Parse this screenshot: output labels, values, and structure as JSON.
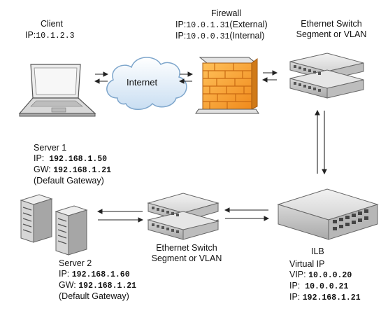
{
  "client": {
    "title": "Client",
    "ip_label": "IP:",
    "ip": "10.1.2.3"
  },
  "internet": {
    "label": "Internet"
  },
  "firewall": {
    "title": "Firewall",
    "ip_label": "IP:",
    "external_ip": "10.0.1.31",
    "external_tag": "(External)",
    "internal_ip": "10.0.0.31",
    "internal_tag": "(Internal)"
  },
  "switch_top": {
    "line1": "Ethernet Switch",
    "line2": "Segment or VLAN"
  },
  "switch_bottom": {
    "line1": "Ethernet Switch",
    "line2": "Segment or VLAN"
  },
  "server1": {
    "title": "Server 1",
    "ip_label": "IP:",
    "ip": "192.168.1.50",
    "gw_label": "GW:",
    "gw": "192.168.1.21",
    "note": "(Default Gateway)"
  },
  "server2": {
    "title": "Server 2",
    "ip_label": "IP:",
    "ip": "192.168.1.60",
    "gw_label": "GW:",
    "gw": "192.168.1.21",
    "note": "(Default Gateway)"
  },
  "ilb": {
    "title": "ILB",
    "subtitle": "Virtual IP",
    "vip_label": "VIP:",
    "vip": "10.0.0.20",
    "ip1_label": "IP:",
    "ip1": "10.0.0.21",
    "ip2_label": "IP:",
    "ip2": "192.168.1.21"
  },
  "colors": {
    "firewall_brick": "#f5a623",
    "firewall_mortar": "#c96a12",
    "device_gray": "#cfcfcf",
    "cloud_blue": "#dbe9f6",
    "arrow": "#222222"
  }
}
